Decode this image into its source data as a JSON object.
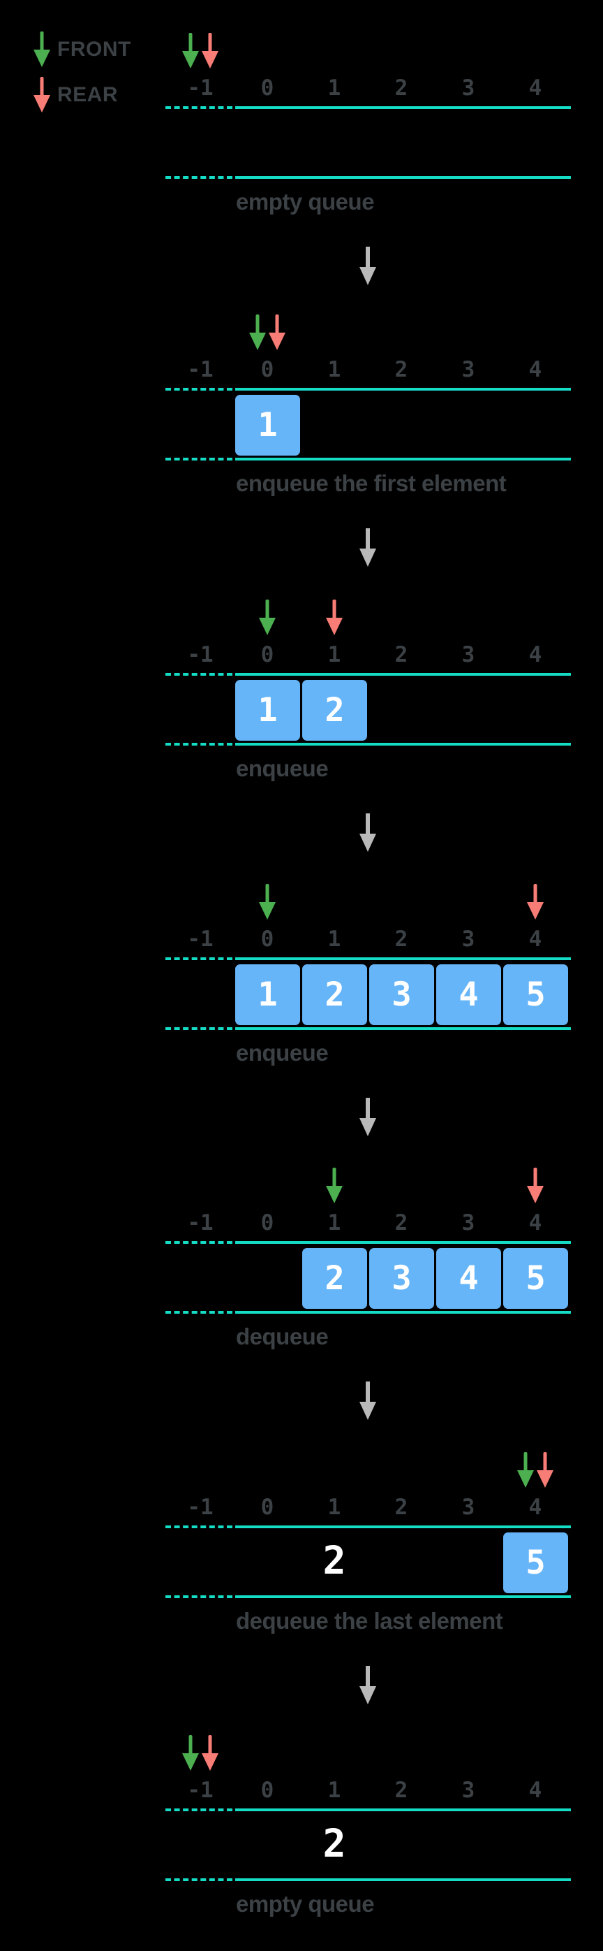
{
  "colors": {
    "background": "#000000",
    "queue_line_teal": "#15dcc5",
    "cell_blue": "#66b5f8",
    "front_green": "#4caf50",
    "rear_red": "#f97d77",
    "transition_gray": "#b9b9b9",
    "text_gray": "#3c4145",
    "value_white": "#ffffff"
  },
  "legend": {
    "front_label": "FRONT",
    "rear_label": "REAR"
  },
  "index_labels": [
    "-1",
    "0",
    "1",
    "2",
    "3",
    "4"
  ],
  "stages": [
    {
      "label": "empty queue",
      "front_index": -1,
      "rear_index": -1,
      "cells": [],
      "ghost_value": null
    },
    {
      "label": "enqueue the first element",
      "front_index": 0,
      "rear_index": 0,
      "cells": [
        {
          "index": 0,
          "value": "1"
        }
      ],
      "ghost_value": null
    },
    {
      "label": "enqueue",
      "front_index": 0,
      "rear_index": 1,
      "cells": [
        {
          "index": 0,
          "value": "1"
        },
        {
          "index": 1,
          "value": "2"
        }
      ],
      "ghost_value": null
    },
    {
      "label": "enqueue",
      "front_index": 0,
      "rear_index": 4,
      "cells": [
        {
          "index": 0,
          "value": "1"
        },
        {
          "index": 1,
          "value": "2"
        },
        {
          "index": 2,
          "value": "3"
        },
        {
          "index": 3,
          "value": "4"
        },
        {
          "index": 4,
          "value": "5"
        }
      ],
      "ghost_value": null
    },
    {
      "label": "dequeue",
      "front_index": 1,
      "rear_index": 4,
      "cells": [
        {
          "index": 1,
          "value": "2"
        },
        {
          "index": 2,
          "value": "3"
        },
        {
          "index": 3,
          "value": "4"
        },
        {
          "index": 4,
          "value": "5"
        }
      ],
      "ghost_value": null
    },
    {
      "label": "dequeue the last element",
      "front_index": 4,
      "rear_index": 4,
      "cells": [
        {
          "index": 4,
          "value": "5"
        }
      ],
      "ghost_value": "2",
      "ghost_index": 1
    },
    {
      "label": "empty queue",
      "front_index": -1,
      "rear_index": -1,
      "cells": [],
      "ghost_value": "2",
      "ghost_index": 1
    }
  ]
}
